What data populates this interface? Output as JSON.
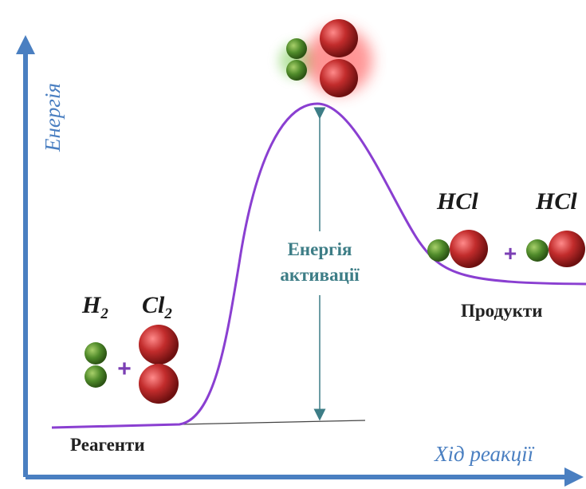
{
  "axes": {
    "y_label": "Енергія",
    "x_label": "Хід реакції"
  },
  "reagents": {
    "label": "Реагенти",
    "h2": {
      "symbol": "H",
      "subscript": "2"
    },
    "cl2": {
      "symbol": "Cl",
      "subscript": "2"
    },
    "plus": "+"
  },
  "products": {
    "label": "Продукти",
    "molecules": [
      "HCl",
      "HCl"
    ],
    "plus": "+"
  },
  "activation": {
    "line1": "Енергія",
    "line2": "активації"
  },
  "colors": {
    "axis": "#4a7fc1",
    "curve": "#8a3fd1",
    "hydrogen": "#4f8a2a",
    "chlorine": "#b22a2a",
    "plus": "#7b3fb4",
    "arrow": "#3d7d86",
    "glow_red": "#ff5050",
    "glow_green": "#7fcf5a"
  }
}
